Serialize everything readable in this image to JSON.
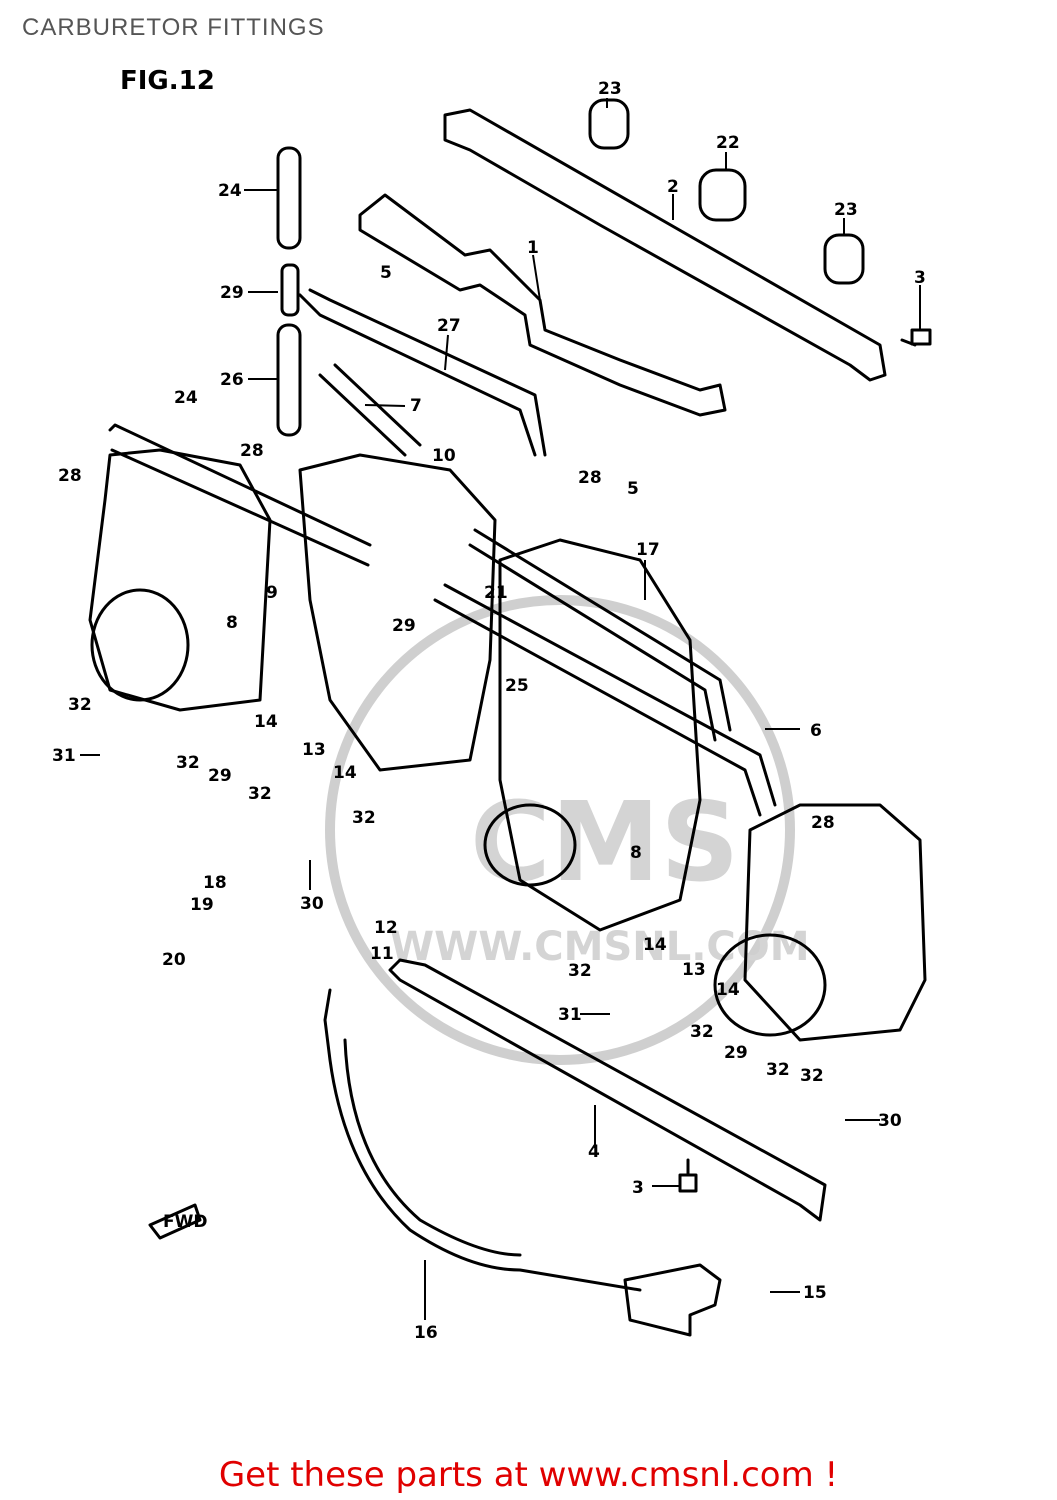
{
  "header": {
    "title": "CARBURETOR FITTINGS",
    "figure": "FIG.12"
  },
  "watermark": {
    "brand": "CMS",
    "site": "WWW.CMSNL.COM"
  },
  "fwd_arrow": "FWD",
  "footer": {
    "text": "Get these parts at www.cmsnl.com !"
  },
  "callouts": [
    {
      "id": "c23a",
      "label": "23"
    },
    {
      "id": "c22",
      "label": "22"
    },
    {
      "id": "c2",
      "label": "2"
    },
    {
      "id": "c23b",
      "label": "23"
    },
    {
      "id": "c3a",
      "label": "3"
    },
    {
      "id": "c24a",
      "label": "24"
    },
    {
      "id": "c29a",
      "label": "29"
    },
    {
      "id": "c5a",
      "label": "5"
    },
    {
      "id": "c1",
      "label": "1"
    },
    {
      "id": "c27",
      "label": "27"
    },
    {
      "id": "c26",
      "label": "26"
    },
    {
      "id": "c7",
      "label": "7"
    },
    {
      "id": "c24b",
      "label": "24"
    },
    {
      "id": "c28a",
      "label": "28"
    },
    {
      "id": "c28b",
      "label": "28"
    },
    {
      "id": "c10",
      "label": "10"
    },
    {
      "id": "c28c",
      "label": "28"
    },
    {
      "id": "c5b",
      "label": "5"
    },
    {
      "id": "c17",
      "label": "17"
    },
    {
      "id": "c9",
      "label": "9"
    },
    {
      "id": "c21",
      "label": "21"
    },
    {
      "id": "c8a",
      "label": "8"
    },
    {
      "id": "c29b",
      "label": "29"
    },
    {
      "id": "c25",
      "label": "25"
    },
    {
      "id": "c32a",
      "label": "32"
    },
    {
      "id": "c14a",
      "label": "14"
    },
    {
      "id": "c6",
      "label": "6"
    },
    {
      "id": "c31a",
      "label": "31"
    },
    {
      "id": "c13a",
      "label": "13"
    },
    {
      "id": "c14b",
      "label": "14"
    },
    {
      "id": "c32b",
      "label": "32"
    },
    {
      "id": "c29c",
      "label": "29"
    },
    {
      "id": "c32c",
      "label": "32"
    },
    {
      "id": "c32d",
      "label": "32"
    },
    {
      "id": "c28d",
      "label": "28"
    },
    {
      "id": "c8b",
      "label": "8"
    },
    {
      "id": "c18",
      "label": "18"
    },
    {
      "id": "c30a",
      "label": "30"
    },
    {
      "id": "c19",
      "label": "19"
    },
    {
      "id": "c12",
      "label": "12"
    },
    {
      "id": "c14c",
      "label": "14"
    },
    {
      "id": "c20",
      "label": "20"
    },
    {
      "id": "c11",
      "label": "11"
    },
    {
      "id": "c13b",
      "label": "13"
    },
    {
      "id": "c32e",
      "label": "32"
    },
    {
      "id": "c14d",
      "label": "14"
    },
    {
      "id": "c31b",
      "label": "31"
    },
    {
      "id": "c32f",
      "label": "32"
    },
    {
      "id": "c29d",
      "label": "29"
    },
    {
      "id": "c32g",
      "label": "32"
    },
    {
      "id": "c32h",
      "label": "32"
    },
    {
      "id": "c30b",
      "label": "30"
    },
    {
      "id": "c4",
      "label": "4"
    },
    {
      "id": "c3b",
      "label": "3"
    },
    {
      "id": "c15",
      "label": "15"
    },
    {
      "id": "c16",
      "label": "16"
    }
  ]
}
